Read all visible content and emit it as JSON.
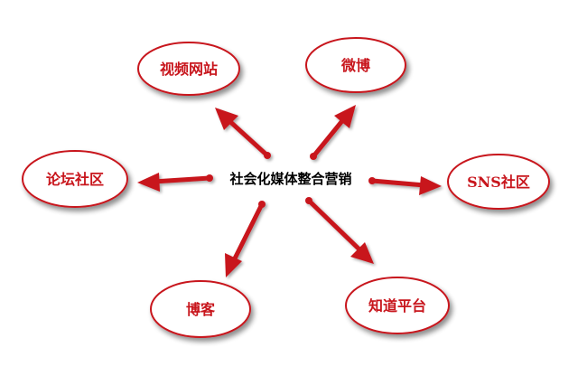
{
  "center": {
    "label": "社会化媒体整合营销"
  },
  "nodes": [
    {
      "id": "video",
      "label": "视频网站"
    },
    {
      "id": "weibo",
      "label": "微博"
    },
    {
      "id": "forum",
      "label": "论坛社区"
    },
    {
      "id": "sns",
      "label": "SNS社区"
    },
    {
      "id": "boke",
      "label": "博客"
    },
    {
      "id": "zhidao",
      "label": "知道平台"
    }
  ],
  "colors": {
    "accent": "#c8141e",
    "ellipse_fill": "#ffffff",
    "ellipse_shadow": "#b8b8b8",
    "center_text": "#000000",
    "node_text": "#c8141e"
  }
}
